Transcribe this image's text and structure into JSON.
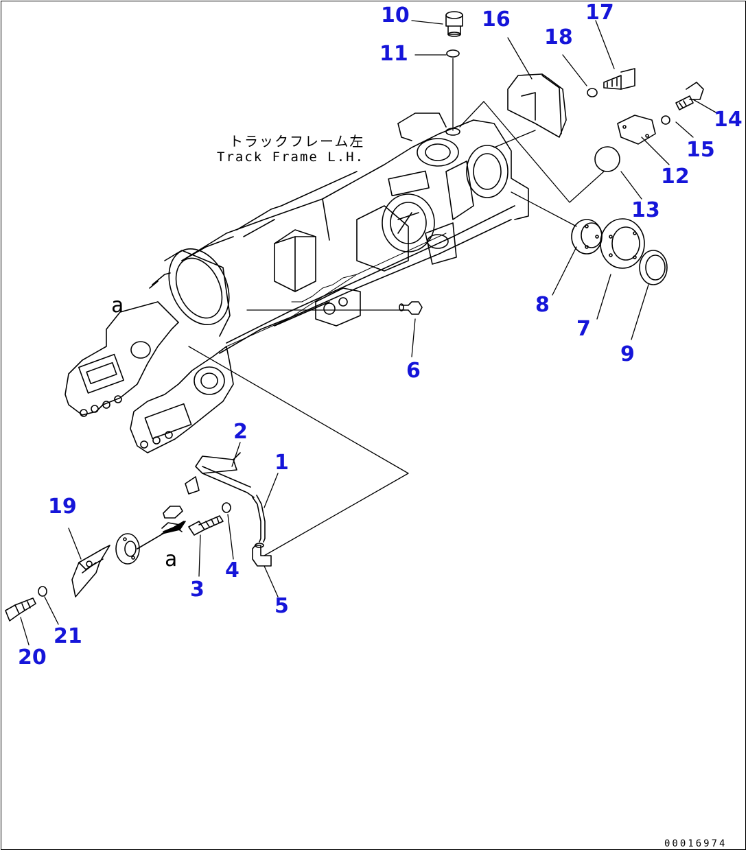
{
  "frame_label": {
    "ja": "トラックフレーム左",
    "en": "Track Frame L.H."
  },
  "view_marks": {
    "upper": "a",
    "lower": "a"
  },
  "drawing_number": "00016974",
  "callouts": [
    {
      "id": "1",
      "label": "1"
    },
    {
      "id": "2",
      "label": "2"
    },
    {
      "id": "3",
      "label": "3"
    },
    {
      "id": "4",
      "label": "4"
    },
    {
      "id": "5",
      "label": "5"
    },
    {
      "id": "6",
      "label": "6"
    },
    {
      "id": "7",
      "label": "7"
    },
    {
      "id": "8",
      "label": "8"
    },
    {
      "id": "9",
      "label": "9"
    },
    {
      "id": "10",
      "label": "10"
    },
    {
      "id": "11",
      "label": "11"
    },
    {
      "id": "12",
      "label": "12"
    },
    {
      "id": "13",
      "label": "13"
    },
    {
      "id": "14",
      "label": "14"
    },
    {
      "id": "15",
      "label": "15"
    },
    {
      "id": "16",
      "label": "16"
    },
    {
      "id": "17",
      "label": "17"
    },
    {
      "id": "18",
      "label": "18"
    },
    {
      "id": "19",
      "label": "19"
    },
    {
      "id": "20",
      "label": "20"
    },
    {
      "id": "21",
      "label": "21"
    }
  ],
  "colors": {
    "callout": "#1515d9",
    "linework": "#000000",
    "background": "#ffffff"
  }
}
